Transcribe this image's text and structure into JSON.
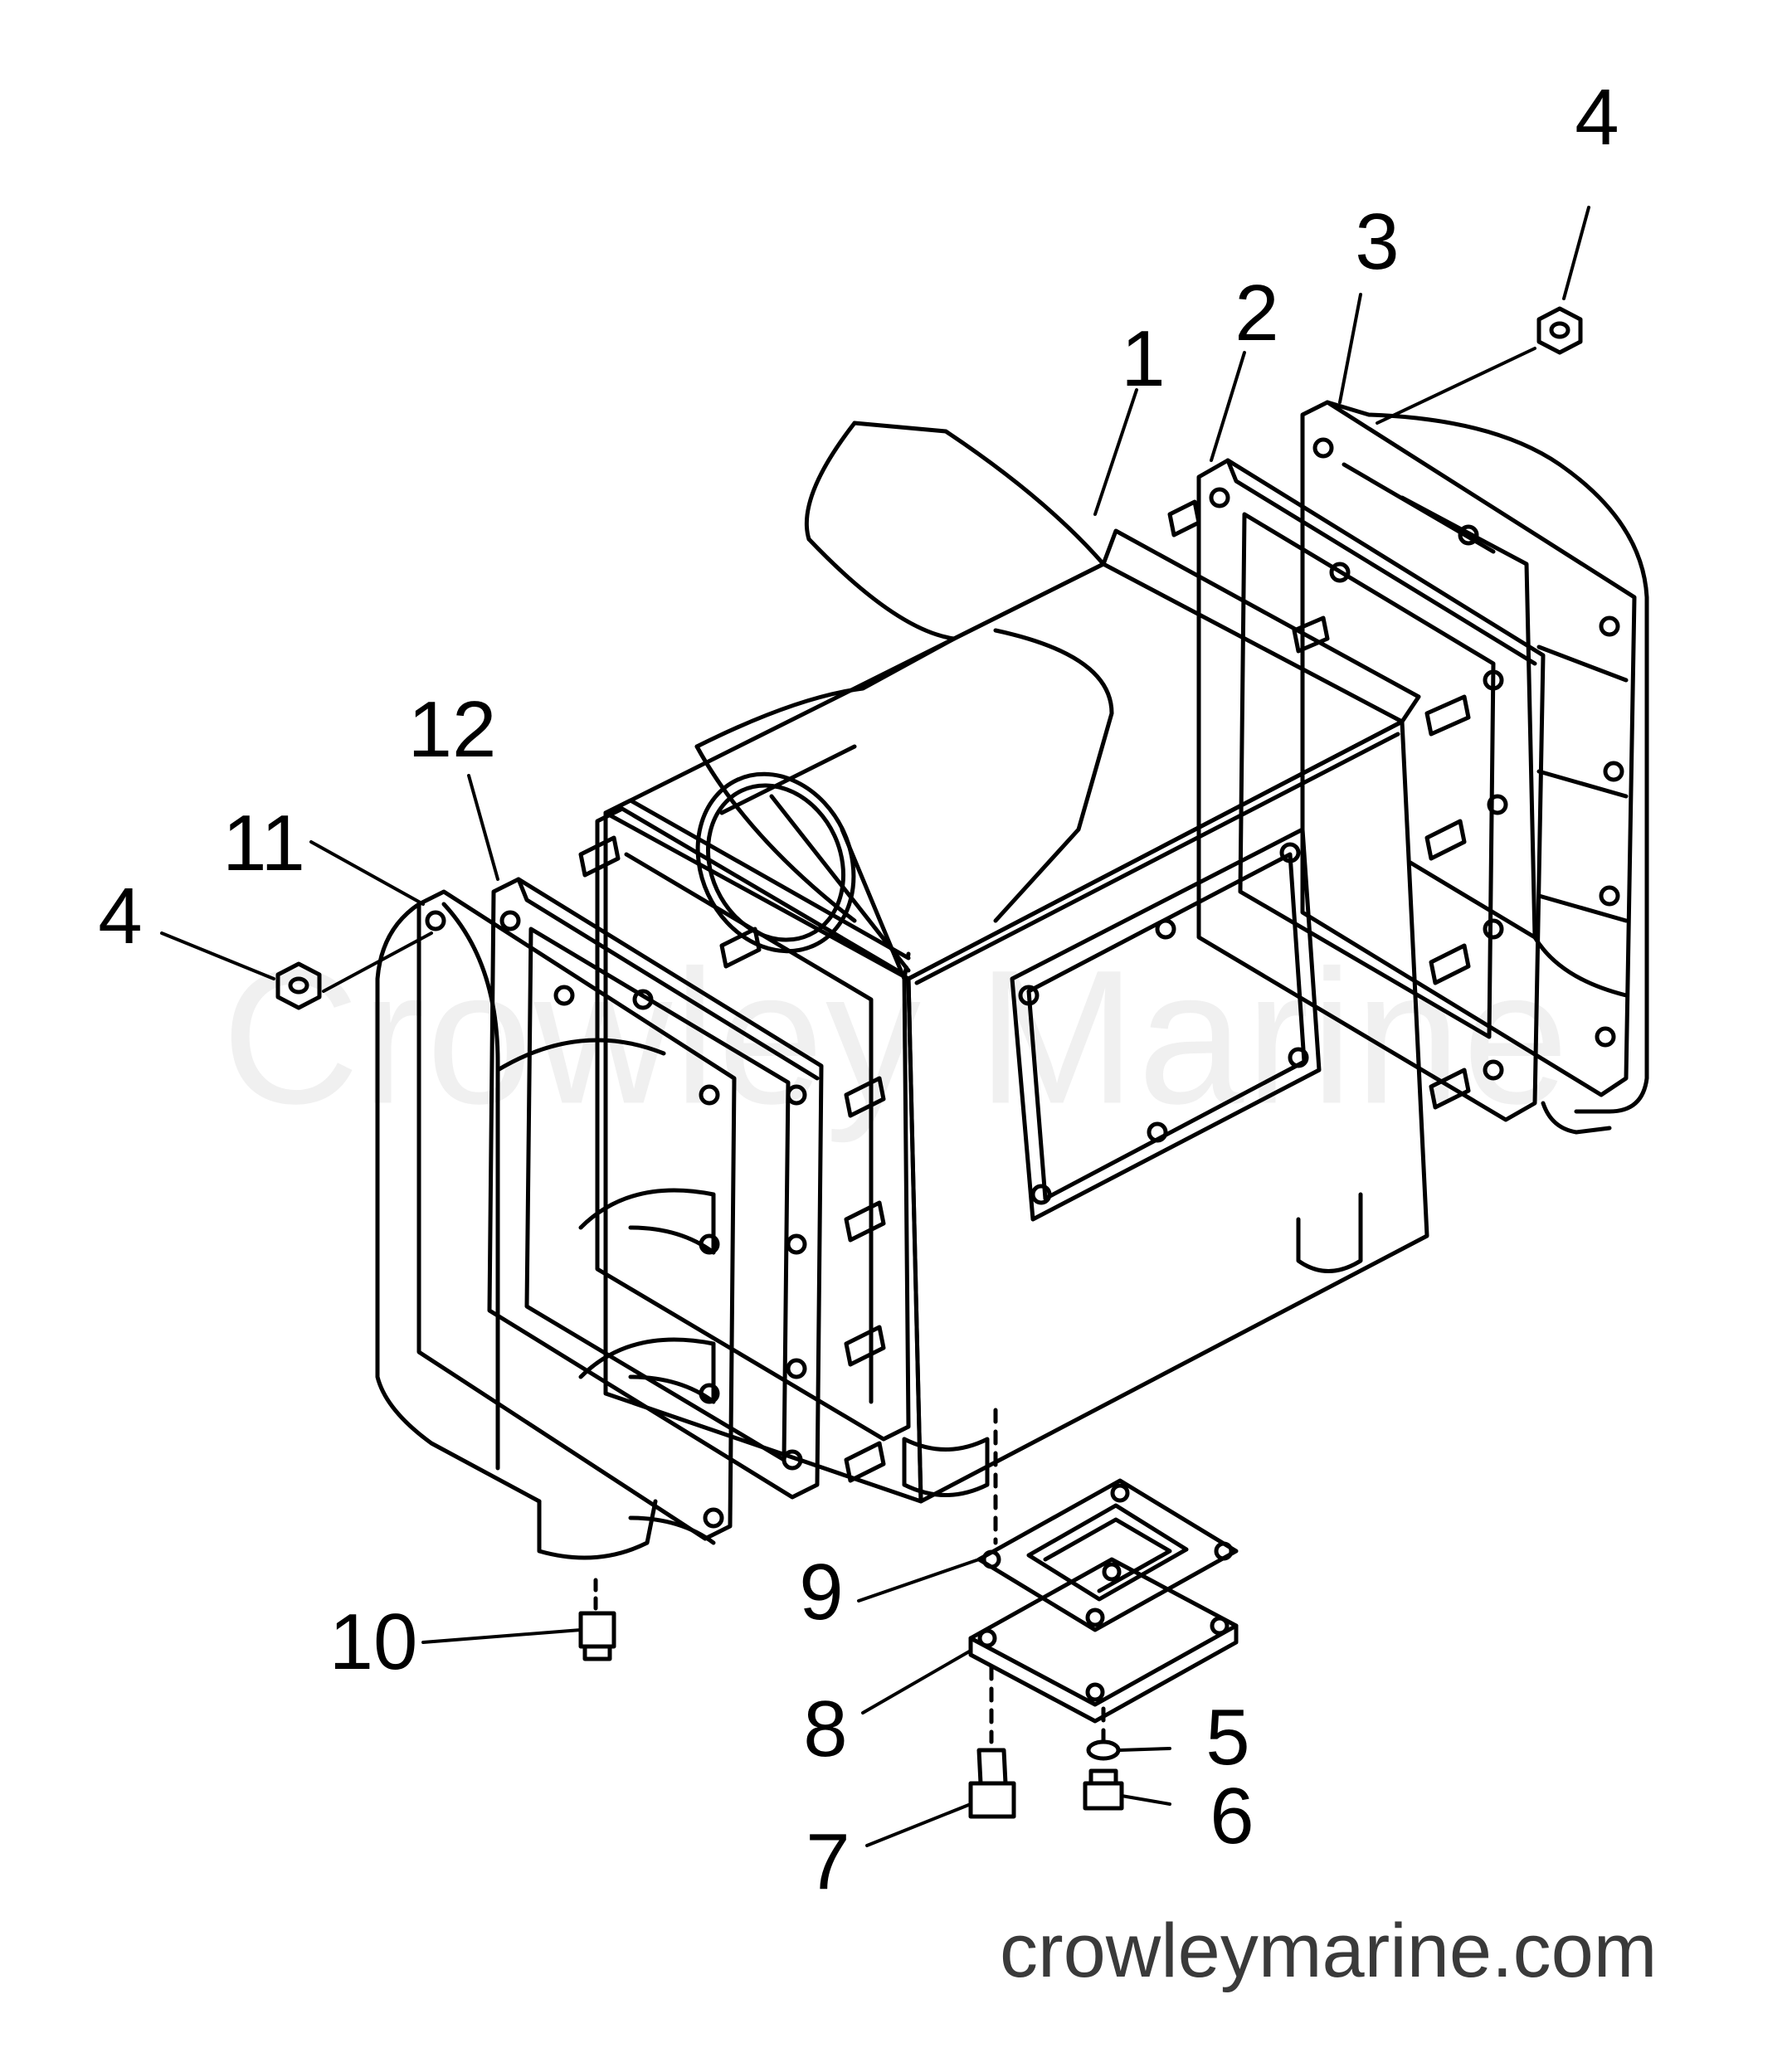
{
  "watermark": "Crowley Marine",
  "site_url": "crowleymarine.com",
  "callouts": [
    {
      "id": "c1",
      "label": "1"
    },
    {
      "id": "c2",
      "label": "2"
    },
    {
      "id": "c3",
      "label": "3"
    },
    {
      "id": "c4a",
      "label": "4"
    },
    {
      "id": "c4b",
      "label": "4"
    },
    {
      "id": "c5",
      "label": "5"
    },
    {
      "id": "c6",
      "label": "6"
    },
    {
      "id": "c7",
      "label": "7"
    },
    {
      "id": "c8",
      "label": "8"
    },
    {
      "id": "c9",
      "label": "9"
    },
    {
      "id": "c10",
      "label": "10"
    },
    {
      "id": "c11",
      "label": "11"
    },
    {
      "id": "c12",
      "label": "12"
    }
  ],
  "colors": {
    "line": "#000000",
    "watermark": "#f0f0f0",
    "site": "#3a3a3a"
  }
}
